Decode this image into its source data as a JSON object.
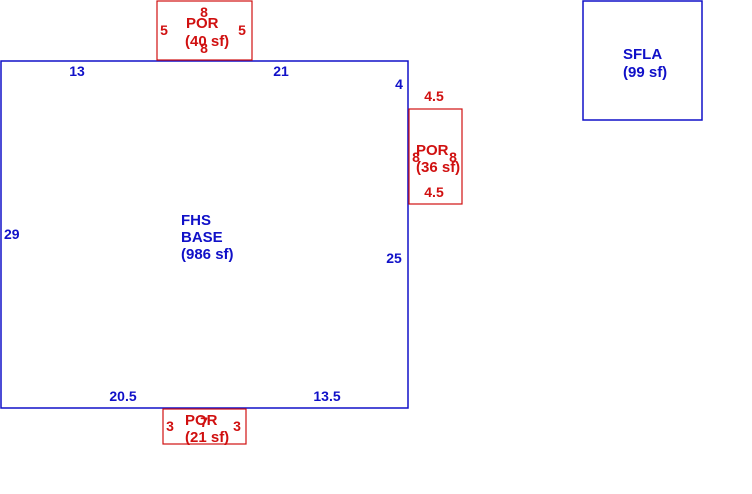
{
  "colors": {
    "base": "#1010c8",
    "porch": "#d01010",
    "background": "#ffffff"
  },
  "base": {
    "name_line1": "FHS",
    "name_line2": "BASE",
    "area": "(986 sf)",
    "dims": {
      "top_left": "13",
      "top_right": "21",
      "notch": "4",
      "left": "29",
      "right": "25",
      "bottom_left": "20.5",
      "bottom_right": "13.5"
    }
  },
  "porch_top": {
    "name": "POR",
    "area": "(40 sf)",
    "dims": {
      "top": "8",
      "bottom": "8",
      "left": "5",
      "right": "5"
    }
  },
  "porch_right": {
    "name": "POR",
    "area": "(36 sf)",
    "dims": {
      "top": "4.5",
      "bottom": "4.5",
      "left": "8",
      "right": "8"
    }
  },
  "porch_bottom": {
    "name": "POR",
    "area": "(21 sf)",
    "dims": {
      "top": "7",
      "left": "3",
      "right": "3"
    }
  },
  "legend": {
    "name": "SFLA",
    "area": "(99 sf)"
  }
}
